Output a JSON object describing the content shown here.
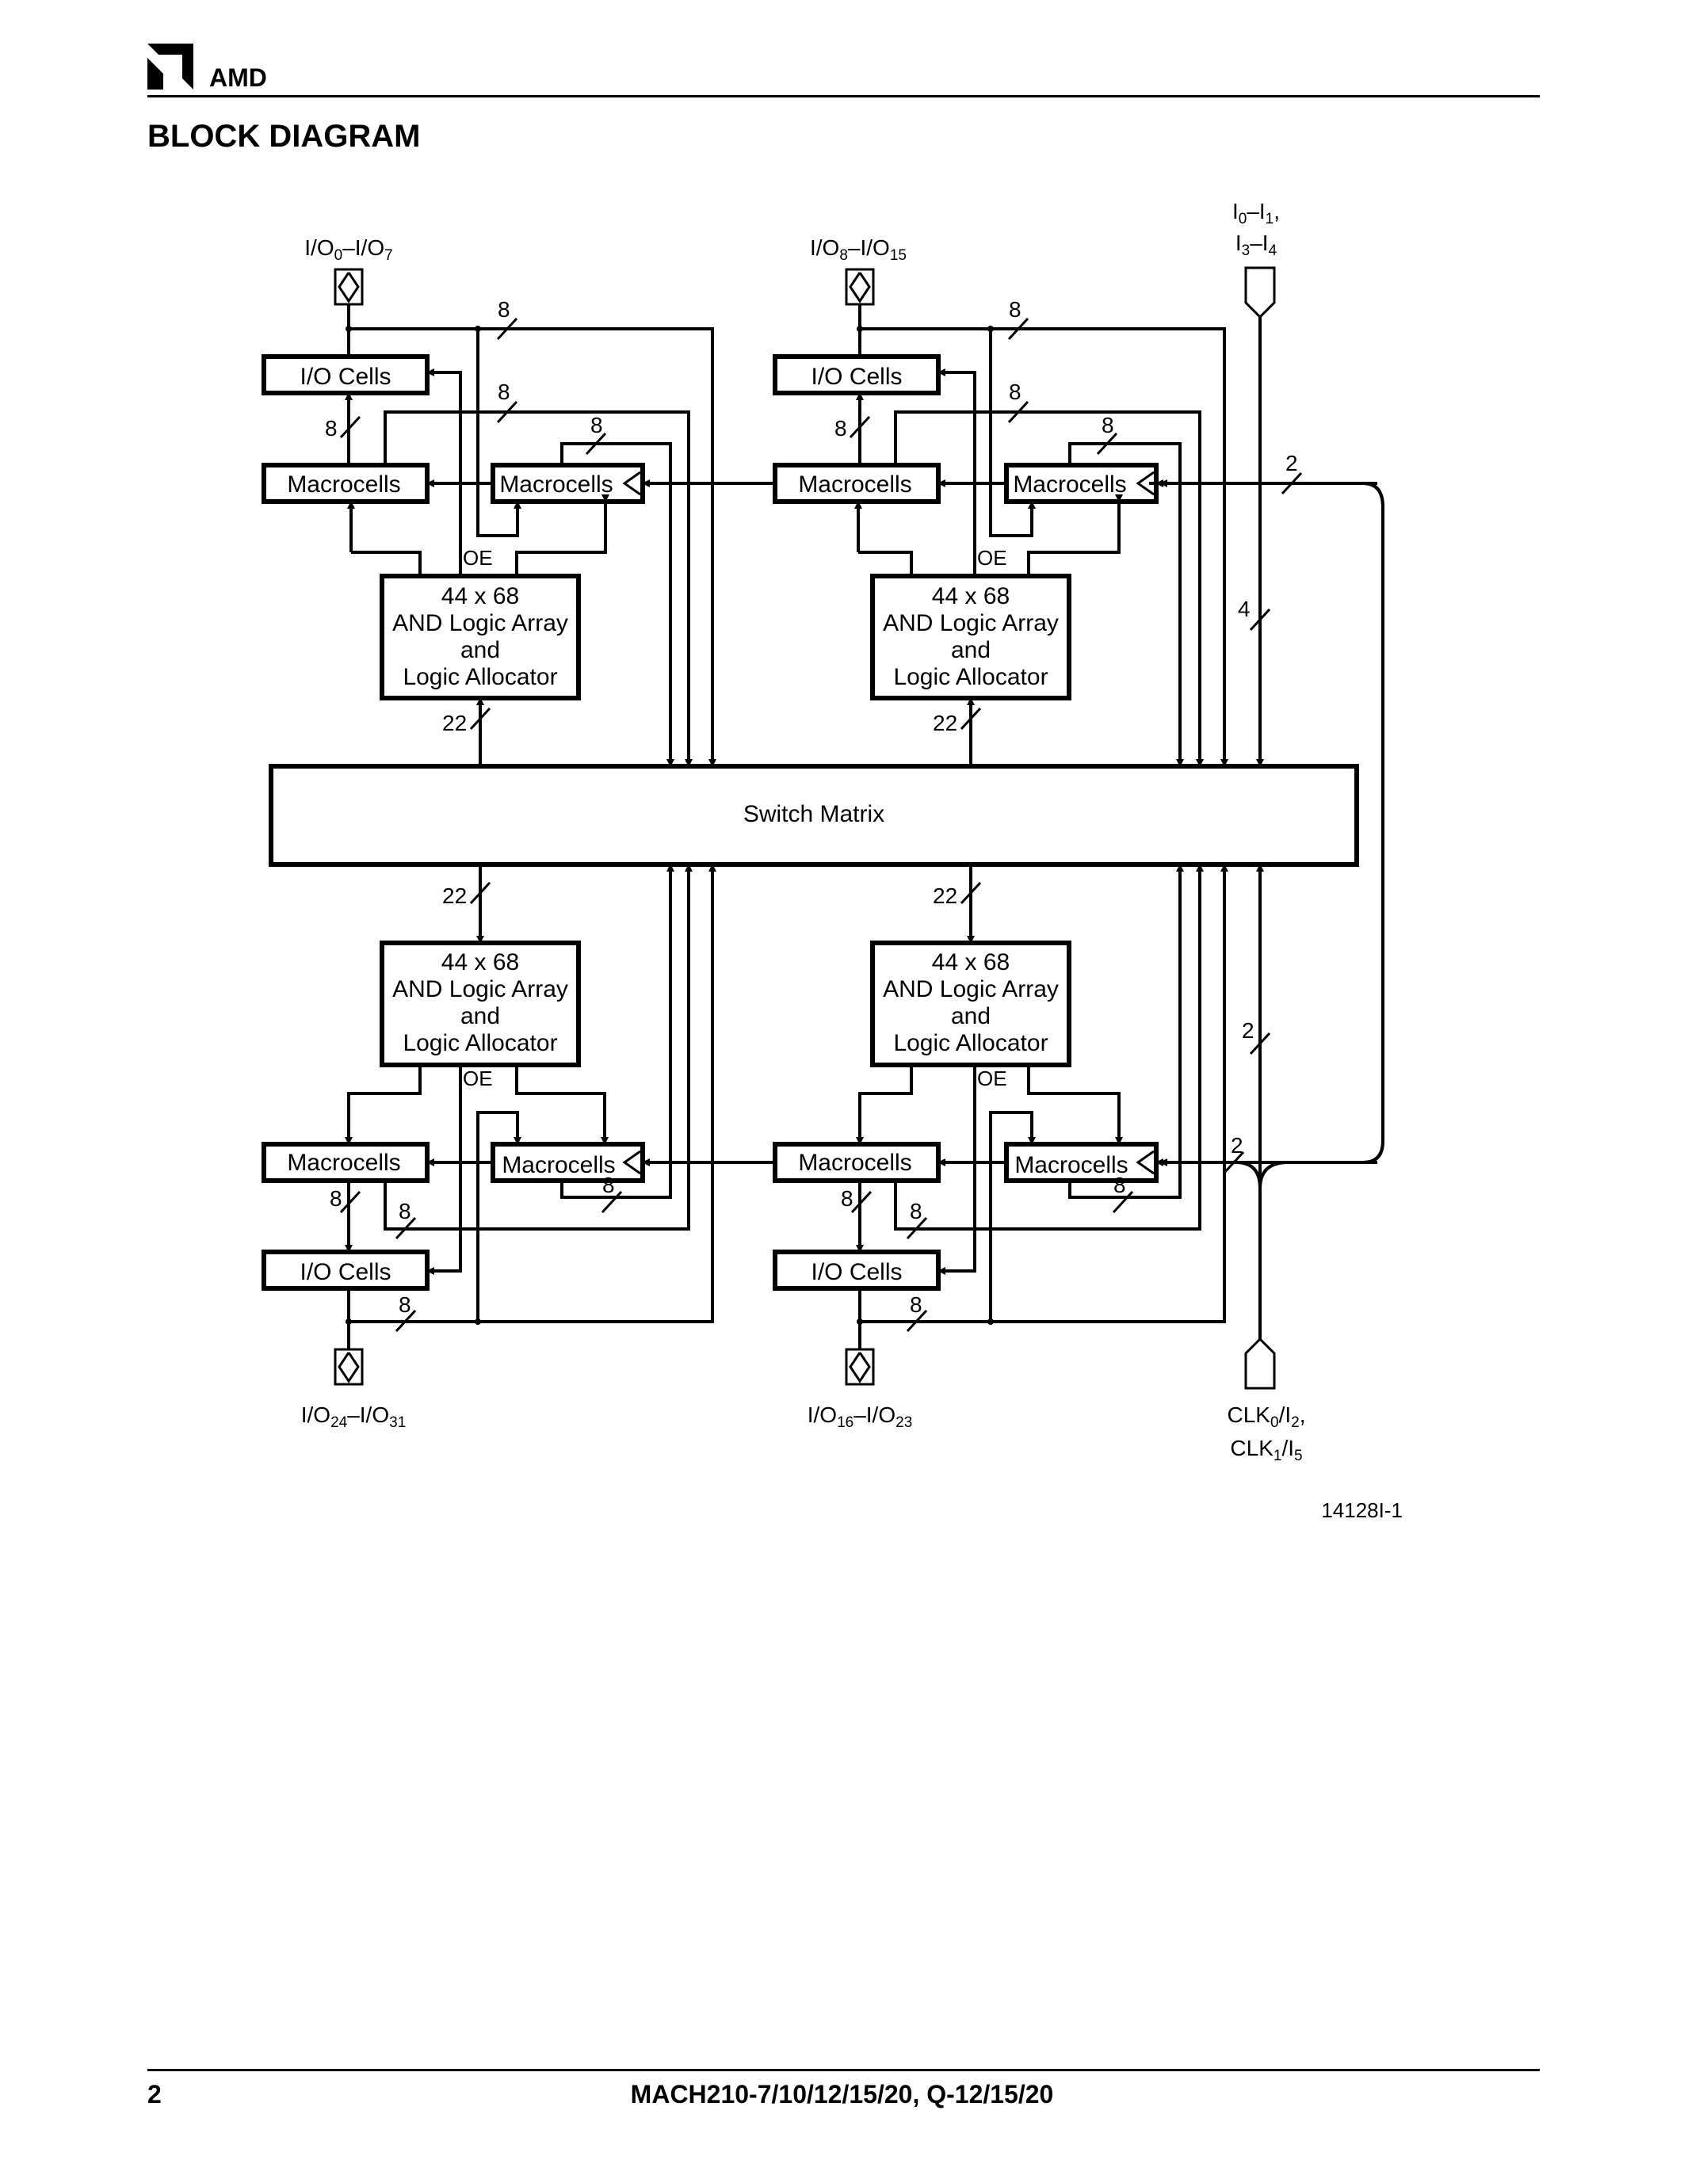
{
  "header": {
    "brand": "AMD",
    "section_title": "BLOCK DIAGRAM"
  },
  "diagram": {
    "switch_matrix": "Switch Matrix",
    "io_cells": "I/O Cells",
    "macrocells": "Macrocells",
    "and_array": [
      "44 x 68",
      "AND Logic Array",
      "and",
      "Logic Allocator"
    ],
    "oe": "OE",
    "bus": {
      "w8": "8",
      "w22": "22",
      "w2": "2",
      "w4": "4"
    },
    "pins": {
      "io_0_7": {
        "a": "I/O",
        "as": "0",
        "b": "–I/O",
        "bs": "7"
      },
      "io_8_15": {
        "a": "I/O",
        "as": "8",
        "b": "–I/O",
        "bs": "15"
      },
      "io_24_31": {
        "a": "I/O",
        "as": "24",
        "b": "–I/O",
        "bs": "31"
      },
      "io_16_23": {
        "a": "I/O",
        "as": "16",
        "b": "–I/O",
        "bs": "23"
      },
      "inputs_l1": {
        "a": "I",
        "as": "0",
        "b": "–I",
        "bs": "1",
        "c": ","
      },
      "inputs_l2": {
        "a": "I",
        "as": "3",
        "b": "–I",
        "bs": "4"
      },
      "clk_l1": {
        "a": "CLK",
        "as": "0",
        "b": "/I",
        "bs": "2",
        "c": ","
      },
      "clk_l2": {
        "a": "CLK",
        "as": "1",
        "b": "/I",
        "bs": "5"
      }
    },
    "figure_id": "14128I-1"
  },
  "footer": {
    "page_number": "2",
    "doc_title": "MACH210-7/10/12/15/20, Q-12/15/20"
  },
  "colors": {
    "ink": "#000000",
    "paper": "#ffffff"
  }
}
